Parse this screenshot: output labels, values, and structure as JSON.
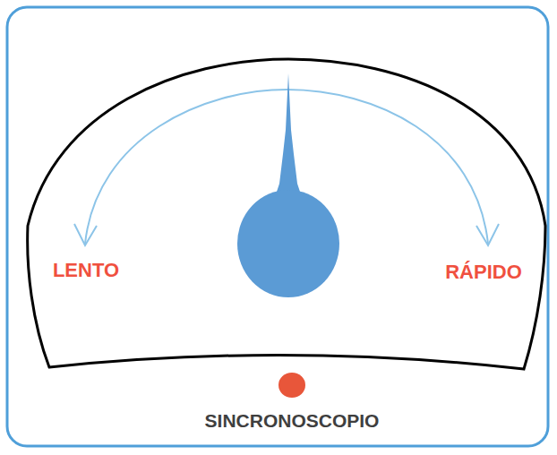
{
  "diagram": {
    "labels": [
      "LENTO",
      "RÁPIDO",
      "SINCRONOSCOPIO"
    ]
  }
}
